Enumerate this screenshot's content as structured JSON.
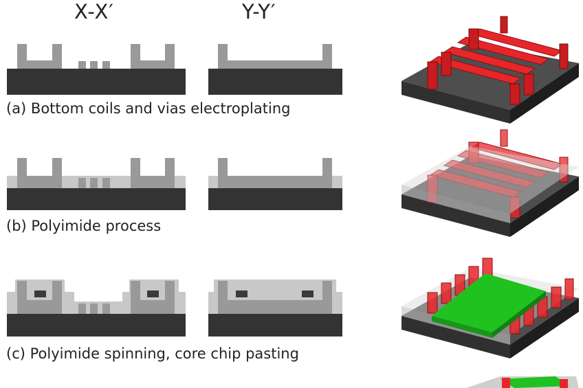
{
  "headers": {
    "xx": "X-X′",
    "yy": "Y-Y′"
  },
  "steps": [
    {
      "caption": "(a) Bottom coils and vias electroplating"
    },
    {
      "caption": "(b) Polyimide process"
    },
    {
      "caption": "(c) Polyimide spinning, core chip pasting"
    }
  ],
  "colors": {
    "substrate": "#333333",
    "metal": "#999999",
    "polyimide": "#c8c8c8",
    "core_chip": "#3a3a3a",
    "coil_red": "#e8262a",
    "core_green": "#1fc21f"
  }
}
